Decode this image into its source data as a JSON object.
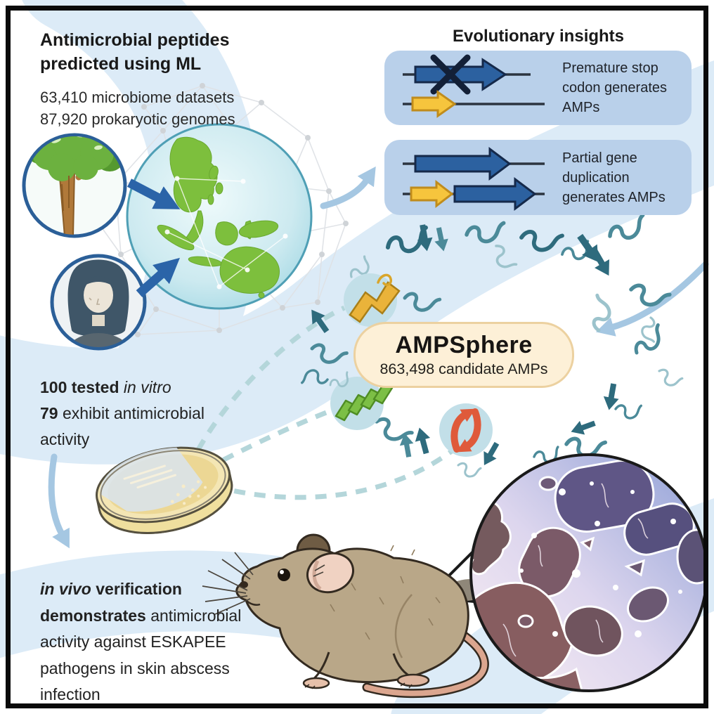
{
  "colors": {
    "swoosh_blue": "#dcebf7",
    "panel_blue": "#b9d0ea",
    "gene_arrow_blue": "#2c61a0",
    "gene_arrow_yellow": "#f6c53d",
    "badge_cream": "#fdf0d7",
    "badge_border": "#ecd1a0",
    "peptide_teal": "#2e6b7d",
    "flow_arrow_blue": "#a5c7e2",
    "dashed_teal": "#b4d6da",
    "frame_black": "#0a0a0a",
    "globe_land_green": "#7dbf3d",
    "map_arrow_blue": "#2b64a8",
    "highlight_red": "#df5a3a",
    "highlight_green": "#7cbf45",
    "highlight_yellow": "#eab33a"
  },
  "ml_section": {
    "title_line1": "Antimicrobial peptides",
    "title_line2": "predicted using ML",
    "stat_datasets": "63,410 microbiome datasets",
    "stat_genomes": "87,920 prokaryotic genomes"
  },
  "evolution_section": {
    "title": "Evolutionary insights",
    "stop_codon_panel": {
      "line1": "Premature stop",
      "line2": "codon generates",
      "line3": "AMPs"
    },
    "duplication_panel": {
      "line1": "Partial gene",
      "line2": "duplication",
      "line3": "generates AMPs"
    }
  },
  "ampsphere": {
    "name": "AMPSphere",
    "count_label": "863,498 candidate AMPs"
  },
  "invitro_section": {
    "line1_bold": "100 tested",
    "line1_italic": "in vitro",
    "line2_bold": "79",
    "line2_text": "exhibit antimicrobial",
    "line3_text": "activity"
  },
  "invivo_section": {
    "lead_bold_italic": "in vivo",
    "lead_bold": "verification demonstrates",
    "body_text": "antimicrobial activity against ESKAPEE pathogens in skin abscess infection"
  }
}
